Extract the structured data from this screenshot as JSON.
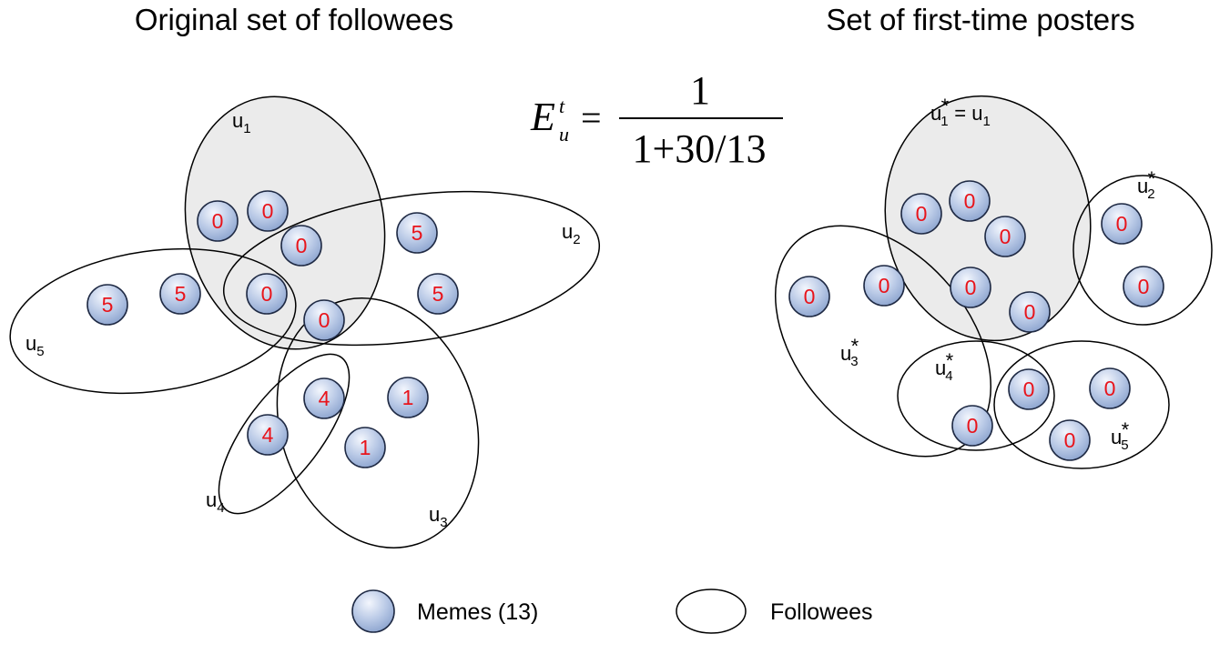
{
  "titles": {
    "left": "Original set of followees",
    "right": "Set of first-time posters"
  },
  "formula": {
    "lhs_main": "E",
    "lhs_sup": "t",
    "lhs_sub": "u",
    "equals": "=",
    "numerator": "1",
    "denominator": "1+30/13"
  },
  "left_diagram": {
    "followees": [
      {
        "base": "u",
        "sub": "1",
        "shaded": true
      },
      {
        "base": "u",
        "sub": "2",
        "shaded": false
      },
      {
        "base": "u",
        "sub": "3",
        "shaded": false
      },
      {
        "base": "u",
        "sub": "4",
        "shaded": false
      },
      {
        "base": "u",
        "sub": "5",
        "shaded": false
      }
    ],
    "memes": [
      "0",
      "0",
      "0",
      "5",
      "5",
      "5",
      "5",
      "0",
      "0",
      "4",
      "1",
      "4",
      "1"
    ]
  },
  "right_diagram": {
    "followees": [
      {
        "base": "u",
        "sub": "1",
        "star": "*",
        "suffix": " = u",
        "suffix_sub": "1",
        "shaded": true
      },
      {
        "base": "u",
        "sub": "2",
        "star": "*",
        "shaded": false
      },
      {
        "base": "u",
        "sub": "3",
        "star": "*",
        "shaded": false
      },
      {
        "base": "u",
        "sub": "4",
        "star": "*",
        "shaded": false
      },
      {
        "base": "u",
        "sub": "5",
        "star": "*",
        "shaded": false
      }
    ],
    "memes": [
      "0",
      "0",
      "0",
      "0",
      "0",
      "0",
      "0",
      "0",
      "0",
      "0",
      "0",
      "0",
      "0"
    ]
  },
  "legend": {
    "meme_label": "Memes (13)",
    "followee_label": "Followees"
  },
  "colors": {
    "meme_fill_top": "#eef2fb",
    "meme_fill_bottom": "#8fa6cf",
    "meme_text": "#e8141b",
    "shade": "#ebebeb"
  }
}
